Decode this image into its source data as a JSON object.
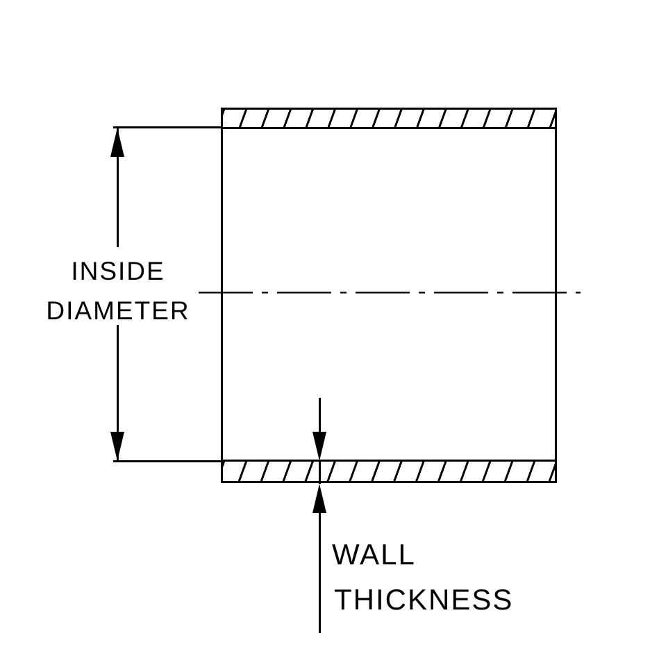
{
  "diagram": {
    "type": "technical-cross-section",
    "subject": "tube / hose coupler cross-section with dimension callouts"
  },
  "labels": {
    "inside_diameter": {
      "line1": "INSIDE",
      "line2": "DIAMETER"
    },
    "wall_thickness": {
      "line1": "WALL",
      "line2": "THICKNESS"
    }
  },
  "icons": {
    "arrow_up": "filled-triangle-up",
    "arrow_down": "filled-triangle-down",
    "centerline": "dash-dot-line",
    "hatch": "diagonal-hatch-pattern"
  },
  "colors": {
    "line": "#000000",
    "background": "#ffffff"
  }
}
